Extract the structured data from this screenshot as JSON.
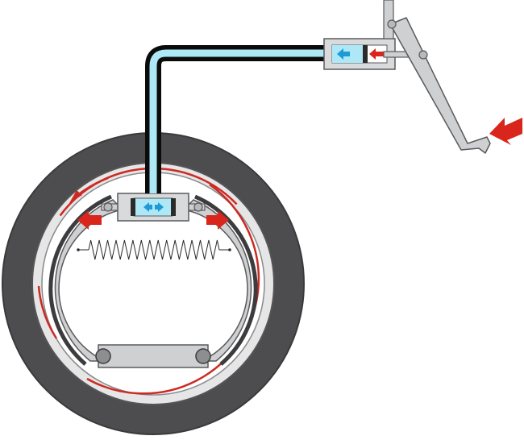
{
  "diagram": {
    "kind": "drum-brake-hydraulic-schematic",
    "labels": [],
    "components": [
      "brake-pedal",
      "master-cylinder",
      "hydraulic-brake-line",
      "wheel-cylinder",
      "brake-shoes",
      "return-spring",
      "brake-drum",
      "tire"
    ],
    "icons": [
      "pedal-force-arrow-icon",
      "master-piston-arrow-icon",
      "fluid-flow-arrow-icon",
      "shoe-push-arrow-icon",
      "drum-rotation-arrow-icon"
    ],
    "colors": {
      "tire": "#4d4d4f",
      "drum": "#e6e6e7",
      "metal": "#cfd0d2",
      "outline": "#5a5a5c",
      "lining": "#3c3c3e",
      "fluid": "#aee8f6",
      "line_outer": "#0b0b0b",
      "force_arrow": "#d9251c",
      "rotation_arrow": "#cc2a22",
      "flow_arrow": "#1e9bd7"
    }
  }
}
